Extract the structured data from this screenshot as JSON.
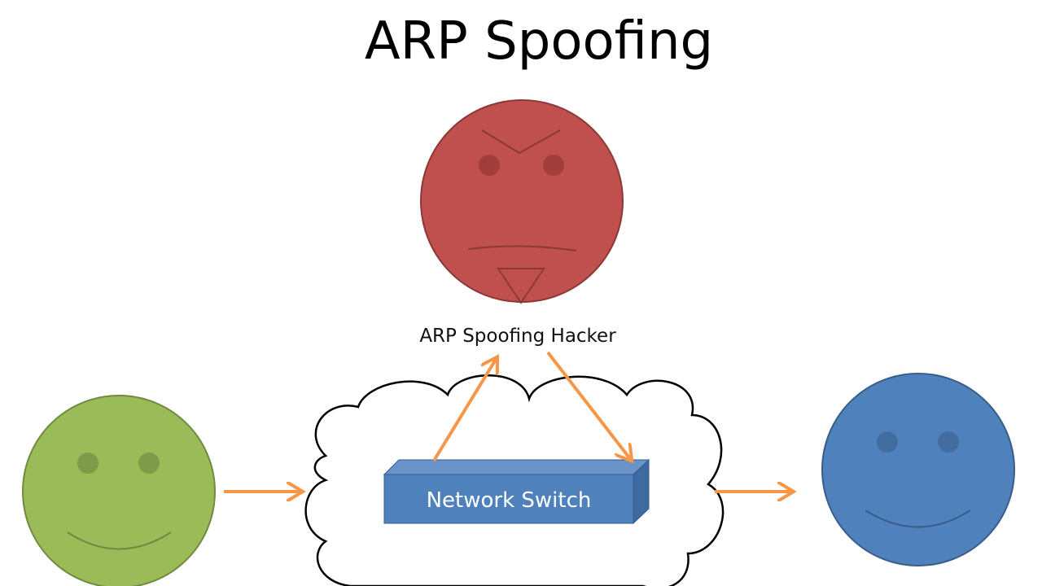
{
  "title": "ARP Spoofing",
  "hacker": {
    "label": "ARP Spoofing Hacker",
    "color": "#c0504d"
  },
  "switch": {
    "label": "Network Switch",
    "color": "#4f81bd"
  },
  "victim_left": {
    "color": "#9bbb59"
  },
  "victim_right": {
    "color": "#4f81bd"
  },
  "arrow_color": "#f79646"
}
